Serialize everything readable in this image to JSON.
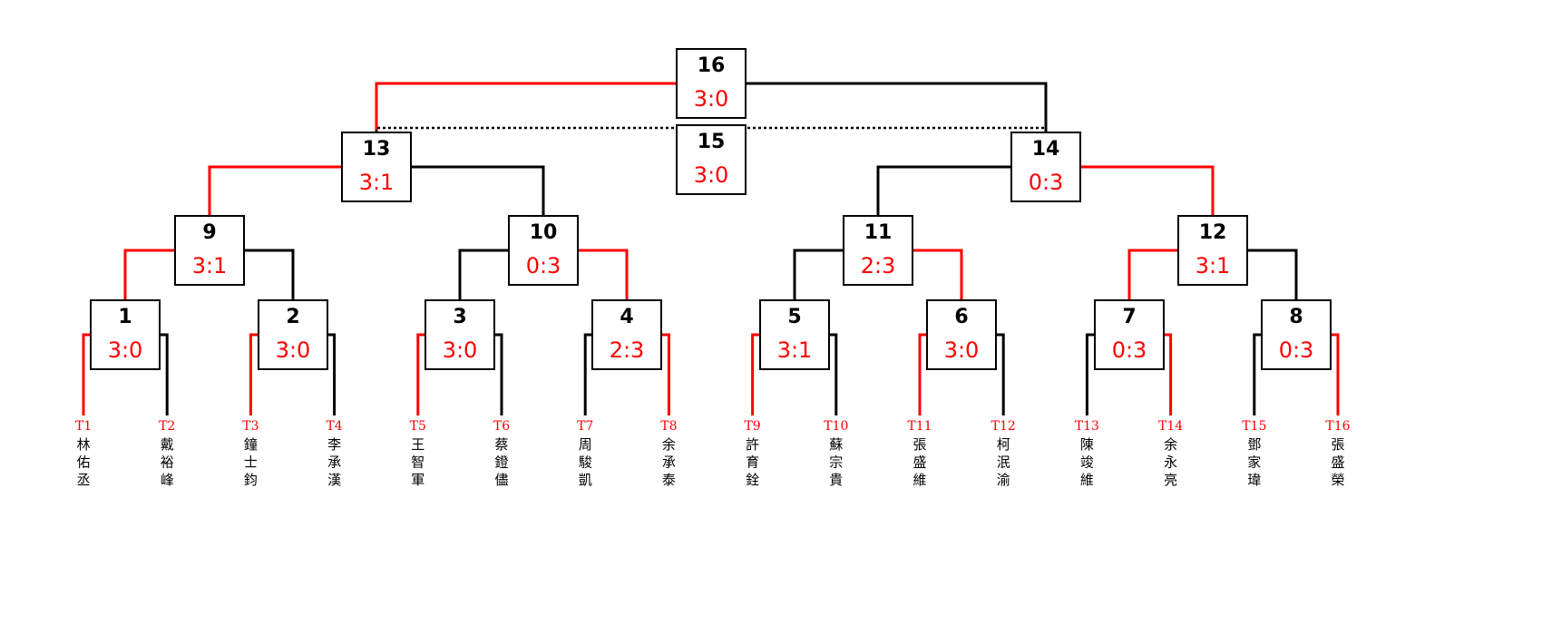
{
  "colors": {
    "winner_line": "#ff0000",
    "loser_line": "#000000",
    "score_text": "#ff0000",
    "seed_text": "#ff0000"
  },
  "players": [
    {
      "seed": "T1",
      "name": [
        "林",
        "佑",
        "丞"
      ]
    },
    {
      "seed": "T2",
      "name": [
        "戴",
        "裕",
        "峰"
      ]
    },
    {
      "seed": "T3",
      "name": [
        "鐘",
        "士",
        "鈞"
      ]
    },
    {
      "seed": "T4",
      "name": [
        "李",
        "承",
        "漢"
      ]
    },
    {
      "seed": "T5",
      "name": [
        "王",
        "智",
        "軍"
      ]
    },
    {
      "seed": "T6",
      "name": [
        "蔡",
        "鐙",
        "儘"
      ]
    },
    {
      "seed": "T7",
      "name": [
        "周",
        "駿",
        "凱"
      ]
    },
    {
      "seed": "T8",
      "name": [
        "余",
        "承",
        "泰"
      ]
    },
    {
      "seed": "T9",
      "name": [
        "許",
        "育",
        "銓"
      ]
    },
    {
      "seed": "T10",
      "name": [
        "蘇",
        "宗",
        "貴"
      ]
    },
    {
      "seed": "T11",
      "name": [
        "張",
        "盛",
        "維"
      ]
    },
    {
      "seed": "T12",
      "name": [
        "柯",
        "泯",
        "渝"
      ]
    },
    {
      "seed": "T13",
      "name": [
        "陳",
        "竣",
        "維"
      ]
    },
    {
      "seed": "T14",
      "name": [
        "余",
        "永",
        "亮"
      ]
    },
    {
      "seed": "T15",
      "name": [
        "鄧",
        "家",
        "瑋"
      ]
    },
    {
      "seed": "T16",
      "name": [
        "張",
        "盛",
        "榮"
      ]
    }
  ],
  "matches": [
    {
      "id": "1",
      "score": "3:0",
      "winner": "left"
    },
    {
      "id": "2",
      "score": "3:0",
      "winner": "left"
    },
    {
      "id": "3",
      "score": "3:0",
      "winner": "left"
    },
    {
      "id": "4",
      "score": "2:3",
      "winner": "right"
    },
    {
      "id": "5",
      "score": "3:1",
      "winner": "left"
    },
    {
      "id": "6",
      "score": "3:0",
      "winner": "left"
    },
    {
      "id": "7",
      "score": "0:3",
      "winner": "right"
    },
    {
      "id": "8",
      "score": "0:3",
      "winner": "right"
    },
    {
      "id": "9",
      "score": "3:1",
      "winner": "left"
    },
    {
      "id": "10",
      "score": "0:3",
      "winner": "right"
    },
    {
      "id": "11",
      "score": "2:3",
      "winner": "right"
    },
    {
      "id": "12",
      "score": "3:1",
      "winner": "left"
    },
    {
      "id": "13",
      "score": "3:1",
      "winner": "left"
    },
    {
      "id": "14",
      "score": "0:3",
      "winner": "right"
    },
    {
      "id": "16",
      "score": "3:0",
      "winner": "left"
    },
    {
      "id": "15",
      "score": "3:0",
      "winner": "none"
    }
  ]
}
